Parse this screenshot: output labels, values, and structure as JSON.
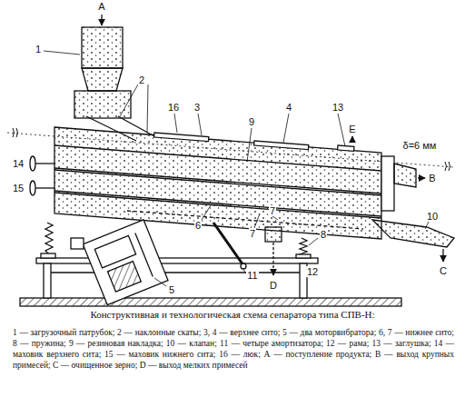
{
  "diagram": {
    "title": "Конструктивная и технологическая схема сепаратора типа СПВ-Н:",
    "caption": "1 — загрузочный патрубок; 2 — наклонные скаты; 3, 4 — верхнее сито; 5 — два моторвибратора; 6, 7 — нижнее сито; 8 — пружина; 9 — резиновая накладка; 10 — клапан; 11 — четыре амортизатора; 12 — рама; 13 — заглушка; 14 — маховик верхнего сита; 15 — маховик нижнего сита; 16 — люк; А — поступление продукта; В — выход крупных примесей; С — очищенное зерно; D — выход мелких примесей",
    "labels": [
      "A",
      "1",
      "2",
      "16",
      "3",
      "9",
      "4",
      "13",
      "E",
      "δ=6 мм",
      "14",
      "15",
      "B",
      "10",
      "6",
      "7",
      "7",
      "5",
      "11",
      "D",
      "8",
      "12",
      "C"
    ]
  }
}
